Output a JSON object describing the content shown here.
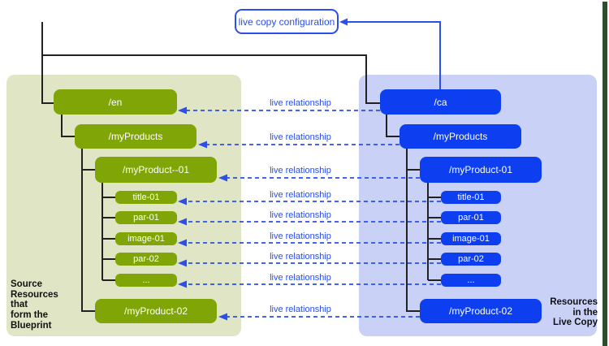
{
  "config_box": {
    "label": "live copy configuration"
  },
  "blueprint": {
    "caption": "Source\nResources\nthat\nform the\nBlueprint",
    "nodes": [
      {
        "label": "/en"
      },
      {
        "label": "/myProducts"
      },
      {
        "label": "/myProduct--01"
      },
      {
        "label": "title-01"
      },
      {
        "label": "par-01"
      },
      {
        "label": "image-01"
      },
      {
        "label": "par-02"
      },
      {
        "label": "..."
      },
      {
        "label": "/myProduct-02"
      }
    ]
  },
  "live_copy": {
    "caption": "Resources\nin the\nLive Copy",
    "nodes": [
      {
        "label": "/ca"
      },
      {
        "label": "/myProducts"
      },
      {
        "label": "/myProduct-01"
      },
      {
        "label": "title-01"
      },
      {
        "label": "par-01"
      },
      {
        "label": "image-01"
      },
      {
        "label": "par-02"
      },
      {
        "label": "..."
      },
      {
        "label": "/myProduct-02"
      }
    ]
  },
  "relationship_label": "live relationship",
  "colors": {
    "node_green": "#80a506",
    "panel_green": "#e0e6c5",
    "node_blue": "#0d3ff0",
    "panel_blue": "#c9d1f7",
    "accent_blue": "#2b4fe8",
    "tree_line": "#222222",
    "edge_shadow": "#2e4d2e"
  }
}
